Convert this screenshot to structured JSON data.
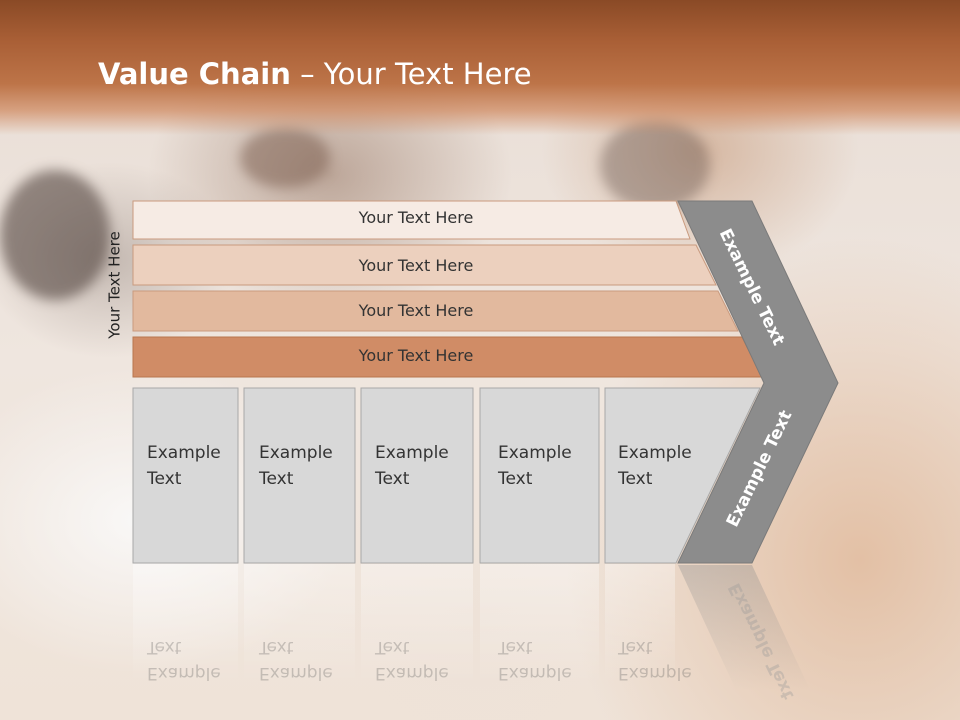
{
  "slide": {
    "title_bold": "Value Chain",
    "title_rest": " – Your Text Here",
    "side_label": "Your Text Here"
  },
  "bars": [
    {
      "label": "Your Text Here",
      "fill": "#f6ebe4"
    },
    {
      "label": "Your Text Here",
      "fill": "#ecd0be"
    },
    {
      "label": "Your Text Here",
      "fill": "#e2b99e"
    },
    {
      "label": "Your Text Here",
      "fill": "#d08c66"
    }
  ],
  "boxes": [
    {
      "line1": "Example",
      "line2": "Text"
    },
    {
      "line1": "Example",
      "line2": "Text"
    },
    {
      "line1": "Example",
      "line2": "Text"
    },
    {
      "line1": "Example",
      "line2": "Text"
    },
    {
      "line1": "Example",
      "line2": "Text"
    }
  ],
  "arrow": {
    "upper_label": "Example Text",
    "lower_label": "Example Text",
    "fill": "#8c8c8c"
  },
  "colors": {
    "header": "#a95f36",
    "box_fill": "#d8d8d8"
  }
}
